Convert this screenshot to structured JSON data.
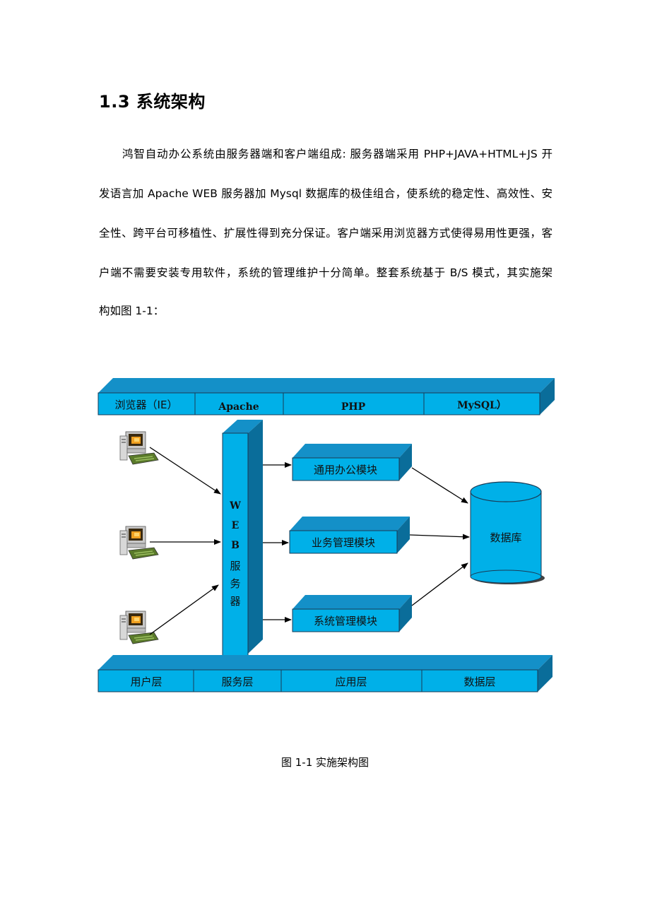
{
  "heading": "1.3  系统架构",
  "paragraph_lines": [
    "鸿智自动办公系统由服务器端和客户端组成: 服务器端采用 PHP+JAVA+HTML+JS 开",
    "发语言加 Apache WEB 服务器加 Mysql 数据库的极佳组合，使系统的稳定性、高效性、安",
    "全性、跨平台可移植性、扩展性得到充分保证。客户端采用浏览器方式使得易用性更强，客",
    "户端不需要安装专用软件，系统的管理维护十分简单。整套系统基于 B/S 模式，其实施架",
    "构如图 1-1："
  ],
  "diagram": {
    "top_bar": [
      "浏览器（IE）",
      "Apache",
      "PHP",
      "MySQL）"
    ],
    "bottom_bar": [
      "用户层",
      "服务层",
      "应用层",
      "数据层"
    ],
    "web_server_chars": [
      "W",
      "E",
      "B",
      "服",
      "务",
      "器"
    ],
    "modules": [
      "通用办公模块",
      "业务管理模块",
      "系统管理模块"
    ],
    "database": "数据库",
    "colors": {
      "face": "#00b0e8",
      "top": "#1490c8",
      "side": "#0a6d9a",
      "outline": "#1a3a55"
    }
  },
  "caption": "图  1-1  实施架构图"
}
